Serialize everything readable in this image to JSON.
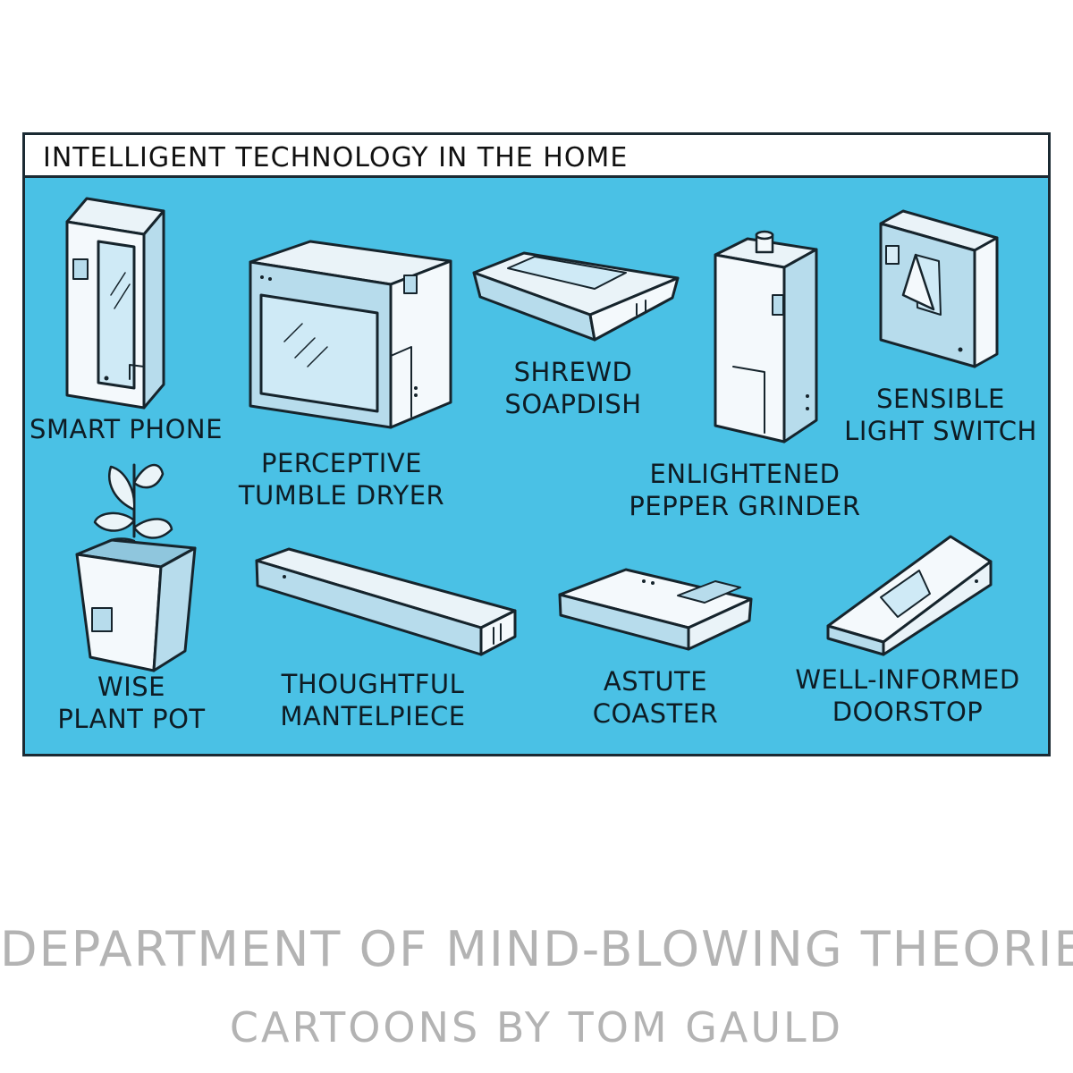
{
  "panel": {
    "title": "INTELLIGENT TECHNOLOGY IN THE HOME",
    "background_color": "#4ac1e5",
    "items": [
      {
        "id": "smartphone",
        "lines": [
          "SMART PHONE"
        ]
      },
      {
        "id": "tumble-dryer",
        "lines": [
          "PERCEPTIVE",
          "TUMBLE DRYER"
        ]
      },
      {
        "id": "soapdish",
        "lines": [
          "SHREWD",
          "SOAPDISH"
        ]
      },
      {
        "id": "pepper-grinder",
        "lines": [
          "ENLIGHTENED",
          "PEPPER GRINDER"
        ]
      },
      {
        "id": "light-switch",
        "lines": [
          "SENSIBLE",
          "LIGHT SWITCH"
        ]
      },
      {
        "id": "plant-pot",
        "lines": [
          "WISE",
          "PLANT POT"
        ]
      },
      {
        "id": "mantelpiece",
        "lines": [
          "THOUGHTFUL",
          "MANTELPIECE"
        ]
      },
      {
        "id": "coaster",
        "lines": [
          "ASTUTE",
          "COASTER"
        ]
      },
      {
        "id": "doorstop",
        "lines": [
          "WELL-INFORMED",
          "DOORSTOP"
        ]
      }
    ]
  },
  "footer": {
    "line1": "DEPARTMENT OF MIND-BLOWING THEORIES",
    "line2": "CARTOONS BY TOM GAULD",
    "color": "#b3b3b3"
  }
}
